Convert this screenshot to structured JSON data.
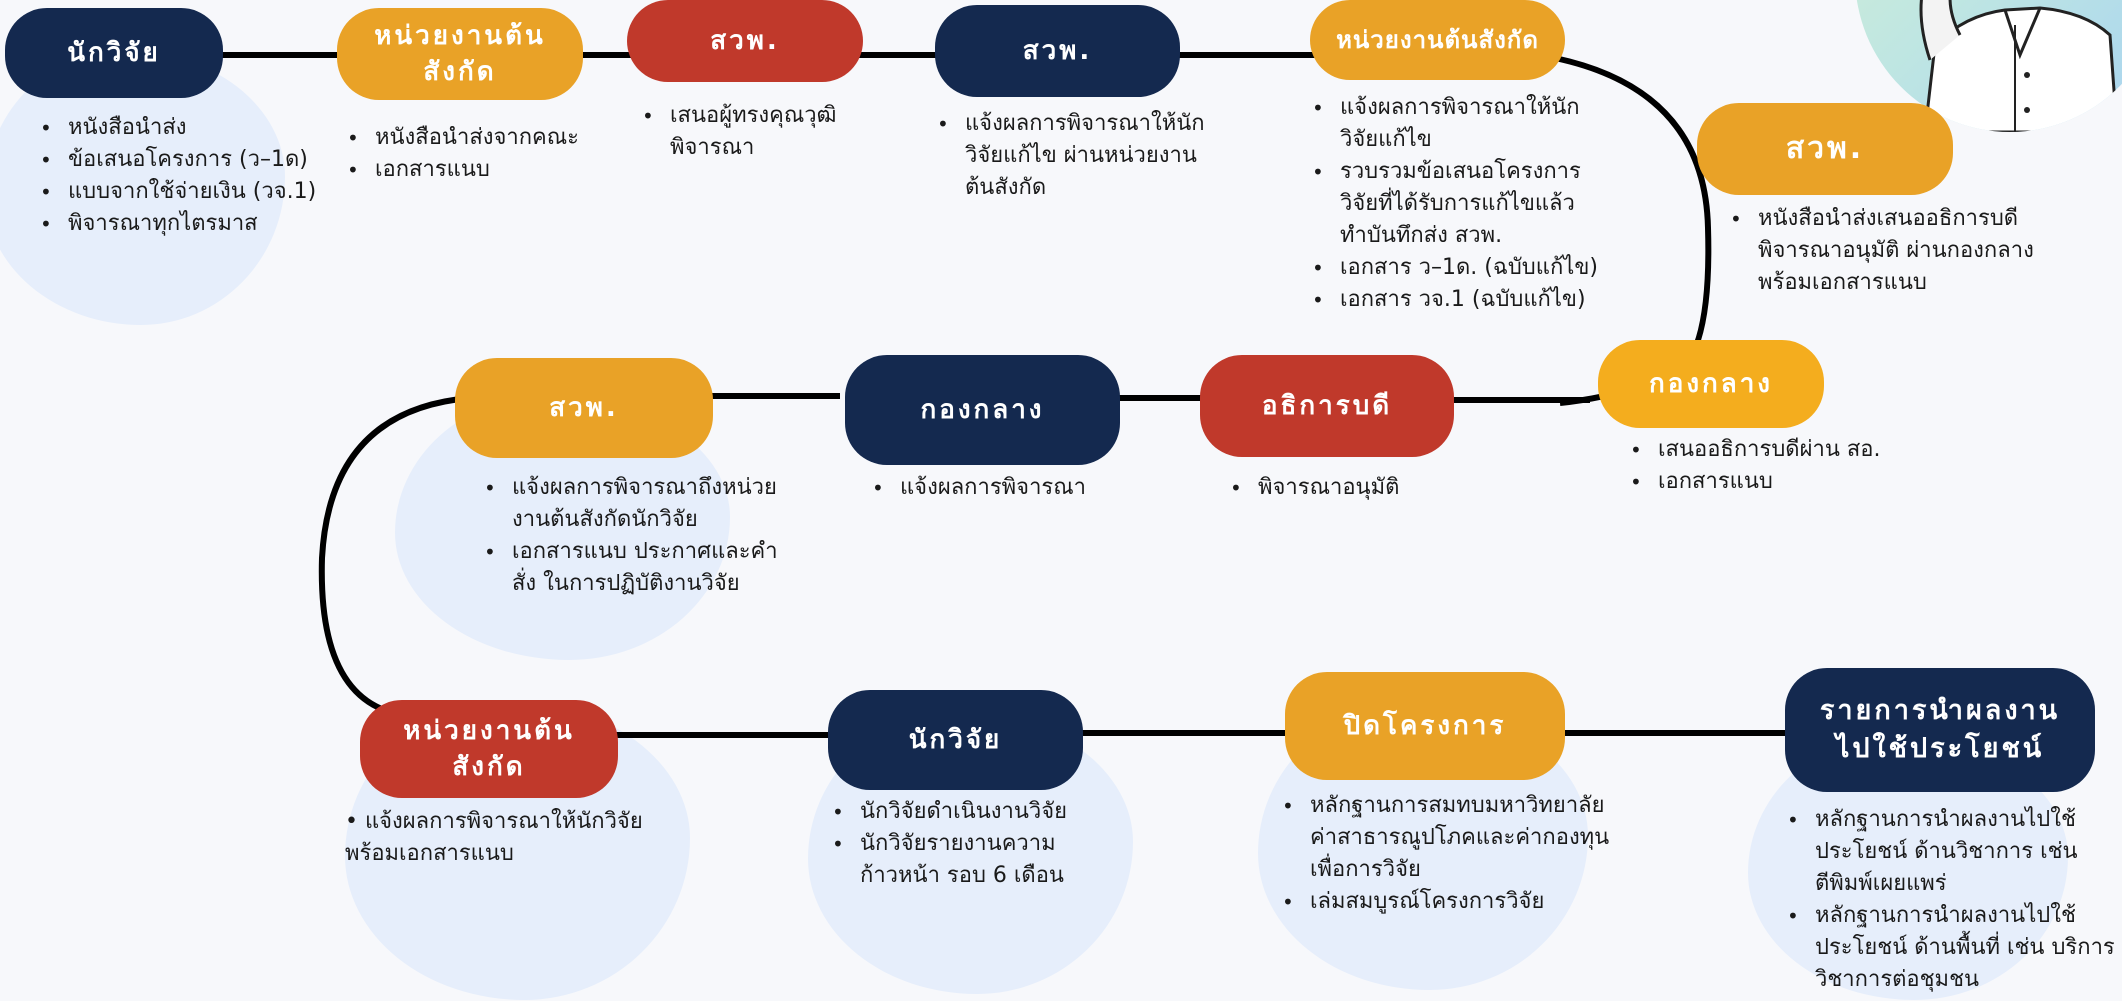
{
  "colors": {
    "navy": "#14294f",
    "orange": "#e9a227",
    "amber": "#f4ad1e",
    "red": "#c0392b",
    "blob": "#e6eefb",
    "line": "#000000"
  },
  "illustration": {
    "icon": "person-thinking-illustration"
  },
  "steps": [
    {
      "label": "นักวิจัย",
      "items": [
        "หนังสือนำส่ง",
        "ข้อเสนอโครงการ (ว–1ด)",
        "แบบจากใช้จ่ายเงิน (วจ.1)",
        "พิจารณาทุกไตรมาส"
      ]
    },
    {
      "label": "หน่วยงานต้น\nสังกัด",
      "items": [
        "หนังสือนำส่งจากคณะ",
        "เอกสารแนบ"
      ]
    },
    {
      "label": "สวพ.",
      "items": [
        "เสนอผู้ทรงคุณวุฒิ\nพิจารณา"
      ]
    },
    {
      "label": "สวพ.",
      "items": [
        "แจ้งผลการพิจารณาให้นัก\nวิจัยแก้ไข ผ่านหน่วยงาน\nต้นสังกัด"
      ]
    },
    {
      "label": "หน่วยงานต้นสังกัด",
      "items": [
        "แจ้งผลการพิจารณาให้นัก\nวิจัยแก้ไข",
        "รวบรวมข้อเสนอโครงการ\nวิจัยที่ได้รับการแก้ไขแล้ว\nทำบันทึกส่ง สวพ.",
        "เอกสาร ว–1ด. (ฉบับแก้ไข)",
        "เอกสาร วจ.1 (ฉบับแก้ไข)"
      ]
    },
    {
      "label": "สวพ.",
      "items": [
        "หนังสือนำส่งเสนออธิการบดี\nพิจารณาอนุมัติ ผ่านกองกลาง\nพร้อมเอกสารแนบ"
      ]
    },
    {
      "label": "กองกลาง",
      "items": [
        "เสนออธิการบดีผ่าน สอ.",
        "เอกสารแนบ"
      ]
    },
    {
      "label": "อธิการบดี",
      "items": [
        "พิจารณาอนุมัติ"
      ]
    },
    {
      "label": "กองกลาง",
      "items": [
        "แจ้งผลการพิจารณา"
      ]
    },
    {
      "label": "สวพ.",
      "items": [
        "แจ้งผลการพิจารณาถึงหน่วย\nงานต้นสังกัดนักวิจัย",
        "เอกสารแนบ ประกาศและคำ\nสั่ง ในการปฏิบัติงานวิจัย"
      ]
    },
    {
      "label": "หน่วยงานต้น\nสังกัด",
      "paragraph": "•  แจ้งผลการพิจารณาให้นักวิจัย\nพร้อมเอกสารแนบ"
    },
    {
      "label": "นักวิจัย",
      "items": [
        "นักวิจัยดำเนินงานวิจัย",
        "นักวิจัยรายงานความ\nก้าวหน้า รอบ 6 เดือน"
      ]
    },
    {
      "label": "ปิดโครงการ",
      "items": [
        "หลักฐานการสมทบมหาวิทยาลัย\nค่าสาธารณูปโภคและค่ากองทุน\nเพื่อการวิจัย",
        "เล่มสมบูรณ์โครงการวิจัย"
      ]
    },
    {
      "label": "รายการนำผลงาน\nไปใช้ประโยชน์",
      "items": [
        "หลักฐานการนำผลงานไปใช้\nประโยชน์ ด้านวิชาการ เช่น\nตีพิมพ์เผยแพร่",
        "หลักฐานการนำผลงานไปใช้\nประโยชน์ ด้านพื้นที่ เช่น บริการ\nวิชาการต่อชุมชน"
      ]
    }
  ]
}
